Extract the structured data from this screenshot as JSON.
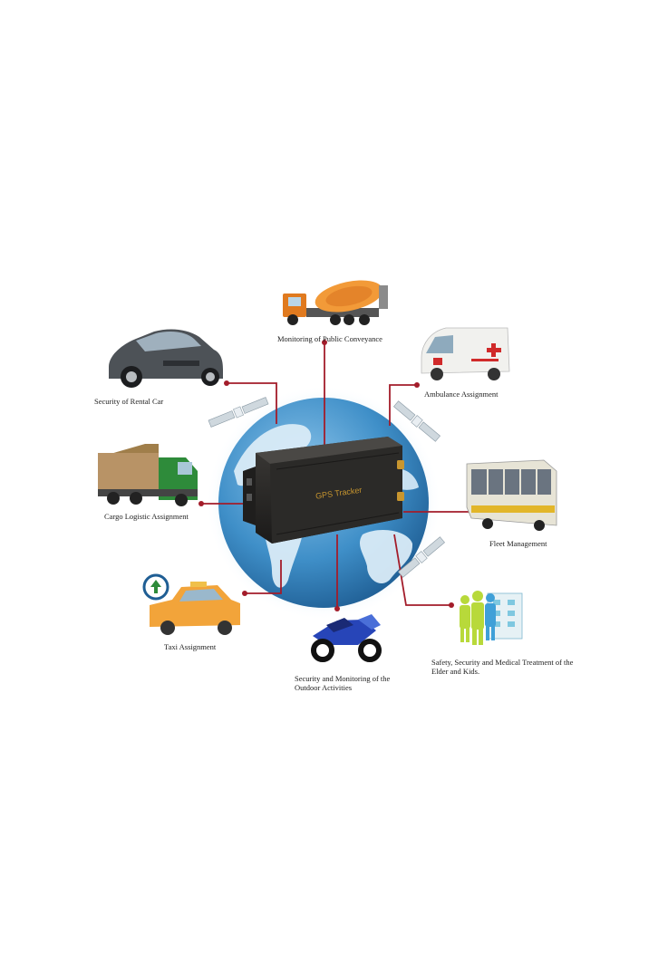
{
  "device": {
    "label": "GPS Tracker"
  },
  "applications": [
    {
      "id": "public-conveyance",
      "label": "Monitoring of Public Conveyance",
      "icon": "mixer-truck-icon"
    },
    {
      "id": "rental-car",
      "label": "Security of Rental Car",
      "icon": "sedan-car-icon"
    },
    {
      "id": "ambulance",
      "label": "Ambulance Assignment",
      "icon": "ambulance-icon"
    },
    {
      "id": "cargo",
      "label": "Cargo Logistic Assignment",
      "icon": "cargo-truck-icon"
    },
    {
      "id": "fleet",
      "label": "Fleet Management",
      "icon": "bus-icon"
    },
    {
      "id": "taxi",
      "label": "Taxi Assignment",
      "icon": "taxi-icon"
    },
    {
      "id": "outdoor",
      "label": "Security and Monitoring of the Outdoor Activities",
      "icon": "motorcycle-icon"
    },
    {
      "id": "elder-kids",
      "label": "Safety, Security and Medical Treatment of the Elder and Kids.",
      "icon": "people-hospital-icon"
    }
  ],
  "colors": {
    "connector": "#a31c2a",
    "globe_ocean": "#3f8fc8",
    "globe_land": "#d6e8f5",
    "device_body": "#2b2a28",
    "device_text": "#c8962f"
  }
}
